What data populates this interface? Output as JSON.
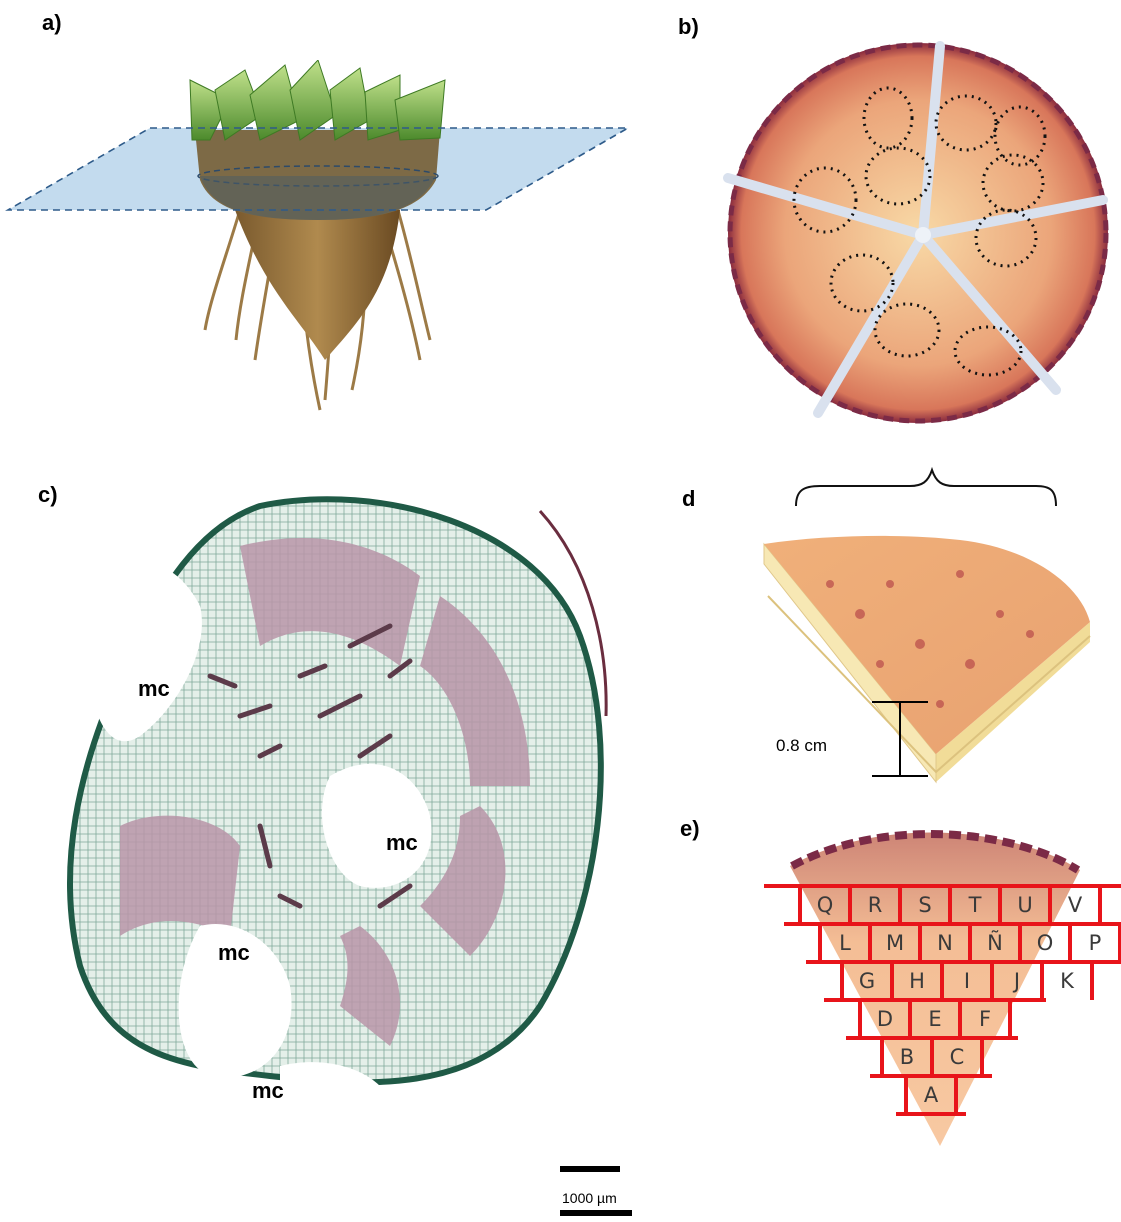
{
  "panels": {
    "a": "a)",
    "b": "b)",
    "c": "c)",
    "d": "d",
    "e": "e)"
  },
  "section_c": {
    "region_labels": [
      "mc",
      "mc",
      "mc",
      "mc"
    ],
    "scale_bar": "1000 µm"
  },
  "section_d": {
    "thickness": "0.8 cm"
  },
  "section_e": {
    "rows": [
      [
        "Q",
        "R",
        "S",
        "T",
        "U",
        "V"
      ],
      [
        "L",
        "M",
        "N",
        "Ñ",
        "O",
        "P"
      ],
      [
        "G",
        "H",
        "I",
        "J",
        "K"
      ],
      [
        "D",
        "E",
        "F"
      ],
      [
        "B",
        "C"
      ],
      [
        "A"
      ]
    ],
    "grid_color": "#e8141a"
  }
}
